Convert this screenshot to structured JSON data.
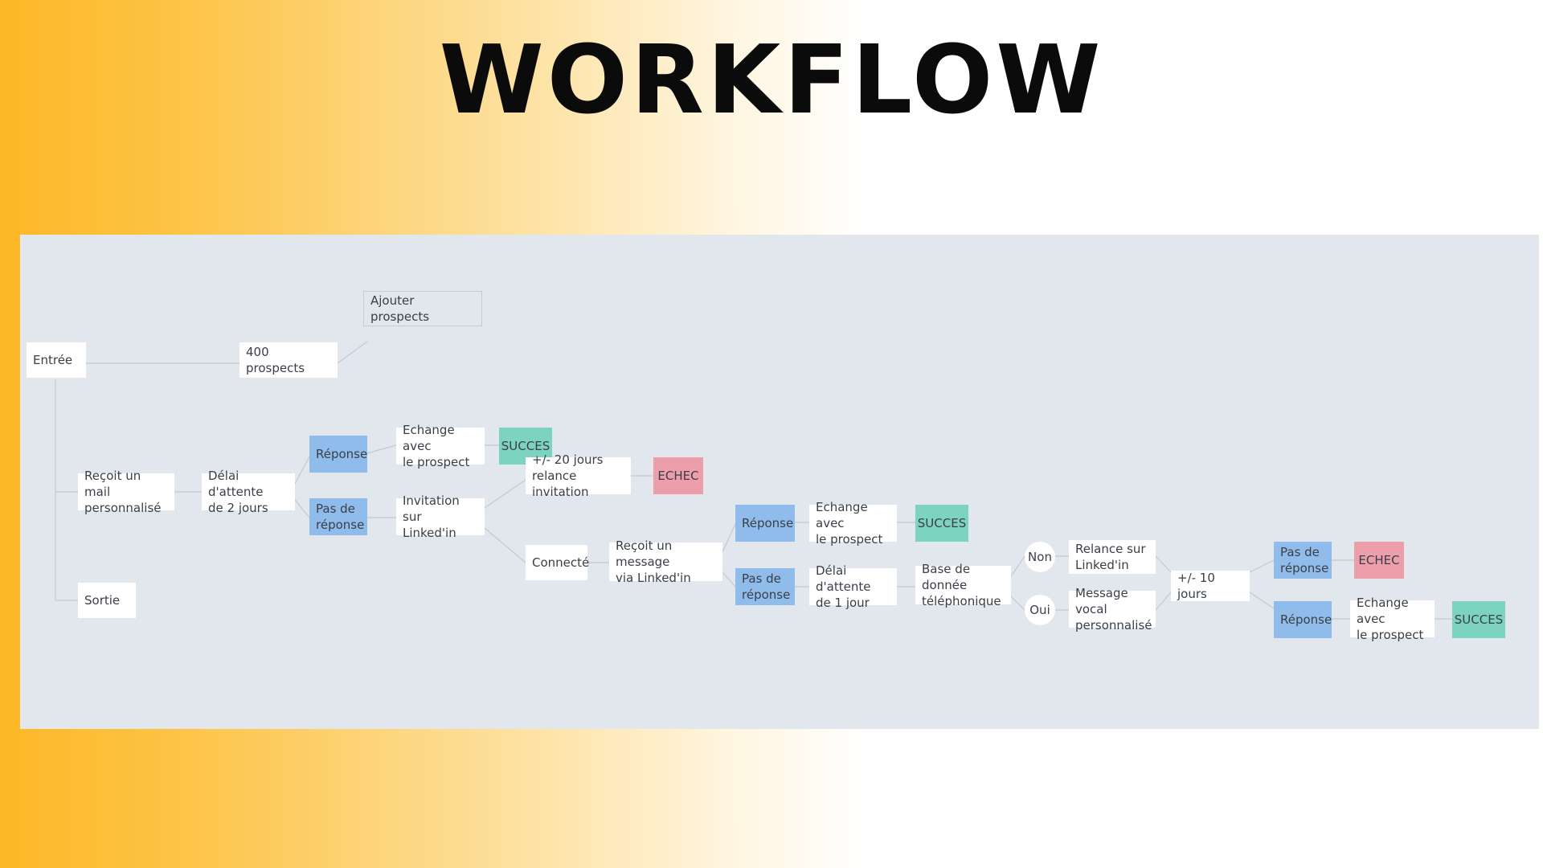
{
  "title": "WORKFLOW",
  "colors": {
    "reponse": "#8FBCEB",
    "succes": "#7DD3C2",
    "echec": "#EC9EAA",
    "canvas": "#E2E7EE",
    "accent": "#FDB827"
  },
  "nodes": {
    "ajouter_prospects": "Ajouter prospects",
    "entree": "Entrée",
    "prospects_400": "400 prospects",
    "recoit_mail": "Reçoit un mail\npersonnalisé",
    "delai_2j": "Délai d'attente\nde 2 jours",
    "reponse_1": "Réponse",
    "echange_1": "Echange avec\nle prospect",
    "succes_1": "SUCCES",
    "pas_reponse_1": "Pas de\nréponse",
    "invitation": "Invitation sur\nLinked'in",
    "relance_20j": "+/- 20 jours\nrelance invitation",
    "echec_1": "ECHEC",
    "connecte": "Connecté",
    "recoit_message": "Reçoit un message\nvia Linked'in",
    "reponse_2": "Réponse",
    "echange_2": "Echange avec\nle prospect",
    "succes_2": "SUCCES",
    "pas_reponse_2": "Pas de\nréponse",
    "delai_1j": "Délai d'attente\nde 1 jour",
    "base_donnee": "Base de donnée\ntéléphonique",
    "non": "Non",
    "oui": "Oui",
    "relance_linkedin": "Relance sur\nLinked'in",
    "message_vocal": "Message vocal\npersonnalisé",
    "plus_10j": "+/- 10 jours",
    "pas_reponse_3": "Pas de\nréponse",
    "echec_2": "ECHEC",
    "reponse_3": "Réponse",
    "echange_3": "Echange avec\nle prospect",
    "succes_3": "SUCCES",
    "sortie": "Sortie"
  }
}
